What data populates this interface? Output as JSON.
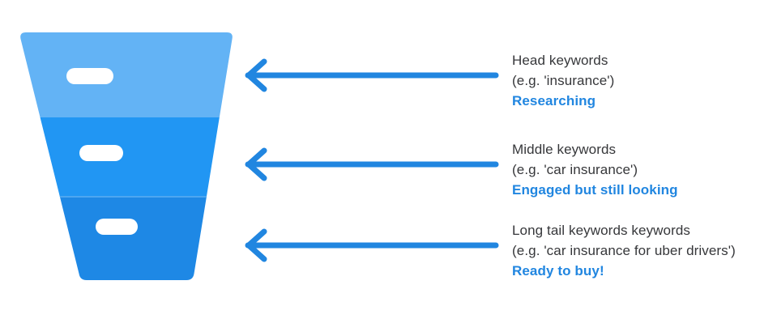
{
  "figure": {
    "type": "keyword-intent-funnel",
    "colors": {
      "funnel_top": "#63b3f5",
      "funnel_middle": "#2196f3",
      "funnel_bottom": "#1e88e5",
      "funnel_divider": "#4da6f0",
      "arrow": "#2186e0",
      "emphasis_text": "#2186e0",
      "body_text": "#36373a",
      "pill": "#ffffff",
      "background": "#ffffff"
    },
    "funnel": {
      "segments": [
        {
          "name": "top",
          "label_pill": "pill-top",
          "color_key": "funnel_top"
        },
        {
          "name": "middle",
          "label_pill": "pill-middle",
          "color_key": "funnel_middle"
        },
        {
          "name": "bottom",
          "label_pill": "pill-bottom",
          "color_key": "funnel_bottom"
        }
      ]
    },
    "arrows": [
      {
        "name": "arrow-head-keywords",
        "direction": "left"
      },
      {
        "name": "arrow-middle-keywords",
        "direction": "left"
      },
      {
        "name": "arrow-long-tail-keywords",
        "direction": "left"
      }
    ],
    "callouts": [
      {
        "title": "Head keywords",
        "example": "(e.g. 'insurance')",
        "emphasis": "Researching"
      },
      {
        "title": "Middle keywords",
        "example": "(e.g. 'car insurance')",
        "emphasis": "Engaged but still looking"
      },
      {
        "title": "Long tail keywords keywords",
        "example": "(e.g. 'car insurance for uber drivers')",
        "emphasis": "Ready to buy!"
      }
    ]
  }
}
